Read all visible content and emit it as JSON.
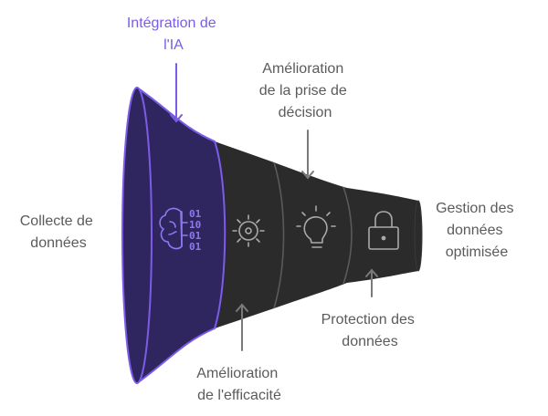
{
  "colors": {
    "accent": "#7b5ce6",
    "accent_fill": "#2f2660",
    "funnel_dark": "#2b2b2b",
    "text_gray": "#5b5b5b",
    "arrow_gray": "#7a7a7a",
    "icon_stroke": "#a9a9a9"
  },
  "labels": {
    "left": [
      "Collecte de",
      "données"
    ],
    "right": [
      "Gestion des",
      "données",
      "optimisée"
    ],
    "ai": [
      "Intégration de",
      "l'IA"
    ],
    "decision": [
      "Amélioration",
      "de la prise de",
      "décision"
    ],
    "efficiency": [
      "Amélioration",
      "de l'efficacité"
    ],
    "protection": [
      "Protection des",
      "données"
    ]
  },
  "icons": {
    "ai": "brain-binary-icon",
    "efficiency": "gear-sun-icon",
    "decision": "lightbulb-icon",
    "protection": "padlock-icon"
  },
  "binary_digits": [
    "01",
    "10",
    "01",
    "01"
  ]
}
